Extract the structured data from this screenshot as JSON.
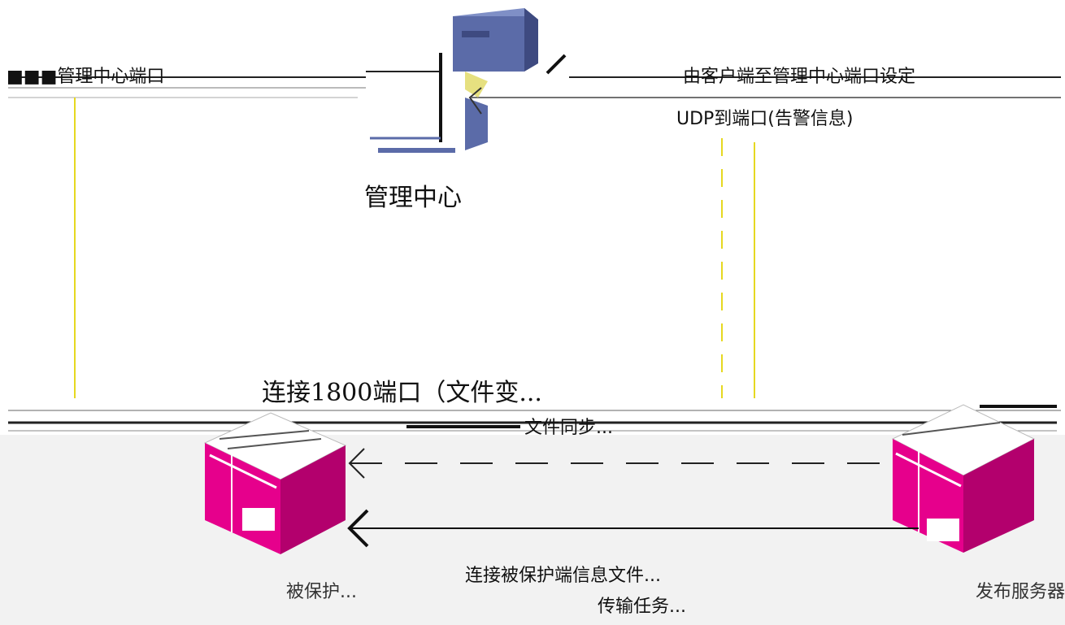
{
  "nodes": {
    "center": {
      "label": "管理中心"
    }
  },
  "edges": {
    "top_left": {
      "label": "■■■管理中心端口"
    },
    "top_right": {
      "label": "由客户端至管理中心端口设定"
    },
    "udp_alert": {
      "label": "UDP到端口(告警信息)"
    },
    "connect_1800": {
      "label": "连接1800端口（文件变..."
    },
    "file_transfer": {
      "label": "文件同步..."
    },
    "bottom_main": {
      "label": "连接被保护端信息文件..."
    },
    "bottom_sub": {
      "label": "传输任务..."
    }
  },
  "bottom_labels": {
    "left_node": {
      "label": "被保护..."
    },
    "right_node": {
      "label": "发布服务器"
    }
  },
  "colors": {
    "server": "#5b6ba8",
    "server_top": "#7f8fc6",
    "server_side": "#3e4a80",
    "node": "#e6008c",
    "node_dark": "#b3006d",
    "link_yellow": "#e6d820",
    "band": "#f2f2f2"
  }
}
